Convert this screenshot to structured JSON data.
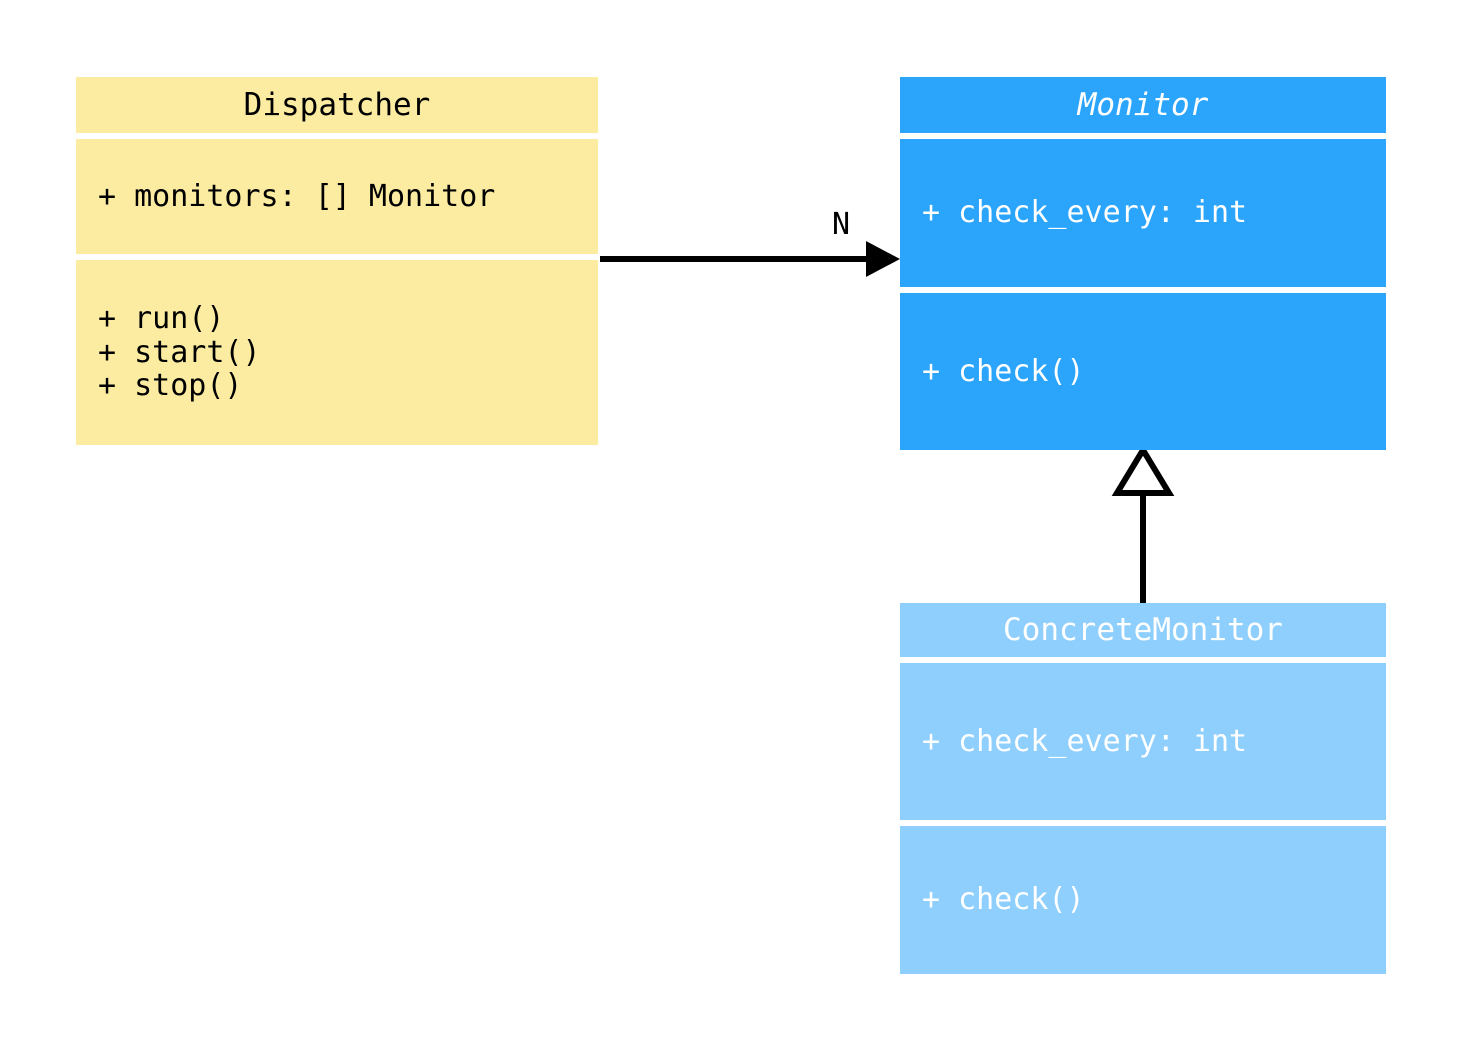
{
  "diagram": {
    "type": "uml-class-diagram",
    "background_color": "#ffffff",
    "classes": [
      {
        "id": "dispatcher",
        "name": "Dispatcher",
        "abstract": false,
        "fill_color": "#fceca2",
        "text_color": "#000000",
        "attributes": "+ monitors: [] Monitor",
        "methods": "+ run()\n+ start()\n+ stop()"
      },
      {
        "id": "monitor",
        "name": "Monitor",
        "abstract": true,
        "fill_color": "#2ba4fc",
        "text_color": "#ffffff",
        "attributes": "+ check_every: int",
        "methods": "+ check()"
      },
      {
        "id": "concretemonitor",
        "name": "ConcreteMonitor",
        "abstract": false,
        "fill_color": "#8fcffd",
        "text_color": "#ffffff",
        "attributes": "+ check_every: int",
        "methods": "+ check()"
      }
    ],
    "relationships": [
      {
        "id": "dispatcher-to-monitor",
        "kind": "association",
        "from": "Dispatcher",
        "to": "Monitor",
        "arrowhead": "solid-filled",
        "label": "N",
        "line_color": "#000000"
      },
      {
        "id": "concretemonitor-to-monitor",
        "kind": "generalization",
        "from": "ConcreteMonitor",
        "to": "Monitor",
        "arrowhead": "hollow-triangle",
        "label": "",
        "line_color": "#000000"
      }
    ]
  }
}
